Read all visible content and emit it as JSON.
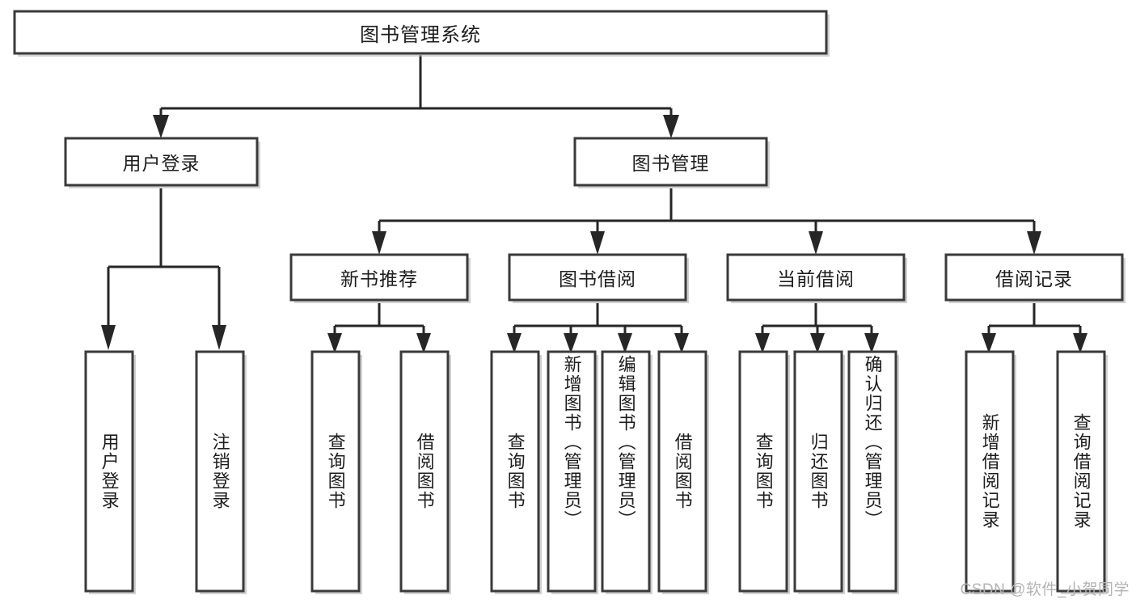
{
  "diagram": {
    "type": "tree-flowchart",
    "title": "图书管理系统",
    "orientation": "top-down",
    "colors": {
      "box_fill": "#ffffff",
      "box_stroke": "#3a3a3a",
      "connector": "#262626",
      "text": "#1d1d1d",
      "watermark": "#b3b3b3"
    },
    "root": {
      "id": "root",
      "label": "图书管理系统"
    },
    "level2": [
      {
        "id": "user-login",
        "label": "用户登录"
      },
      {
        "id": "book-manage",
        "label": "图书管理"
      }
    ],
    "level3": [
      {
        "id": "new-book-recommend",
        "label": "新书推荐",
        "parent": "book-manage"
      },
      {
        "id": "book-borrow",
        "label": "图书借阅",
        "parent": "book-manage"
      },
      {
        "id": "current-borrow",
        "label": "当前借阅",
        "parent": "book-manage"
      },
      {
        "id": "borrow-record",
        "label": "借阅记录",
        "parent": "book-manage"
      }
    ],
    "leaves": {
      "user-login": [
        {
          "id": "leaf-user-login",
          "label": "用户登录"
        },
        {
          "id": "leaf-logout",
          "label": "注销登录"
        }
      ],
      "new-book-recommend": [
        {
          "id": "leaf-query-book-1",
          "label": "查询图书"
        },
        {
          "id": "leaf-borrow-book-1",
          "label": "借阅图书"
        }
      ],
      "book-borrow": [
        {
          "id": "leaf-query-book-2",
          "label": "查询图书"
        },
        {
          "id": "leaf-add-book",
          "label": "新增图书（管理员）"
        },
        {
          "id": "leaf-edit-book",
          "label": "编辑图书（管理员）"
        },
        {
          "id": "leaf-borrow-book-2",
          "label": "借阅图书"
        }
      ],
      "current-borrow": [
        {
          "id": "leaf-query-book-3",
          "label": "查询图书"
        },
        {
          "id": "leaf-return-book",
          "label": "归还图书"
        },
        {
          "id": "leaf-confirm-return",
          "label": "确认归还（管理员）"
        }
      ],
      "borrow-record": [
        {
          "id": "leaf-add-record",
          "label": "新增借阅记录"
        },
        {
          "id": "leaf-query-record",
          "label": "查询借阅记录"
        }
      ]
    }
  },
  "watermark": {
    "text": "CSDN @软件_小贺同学"
  }
}
